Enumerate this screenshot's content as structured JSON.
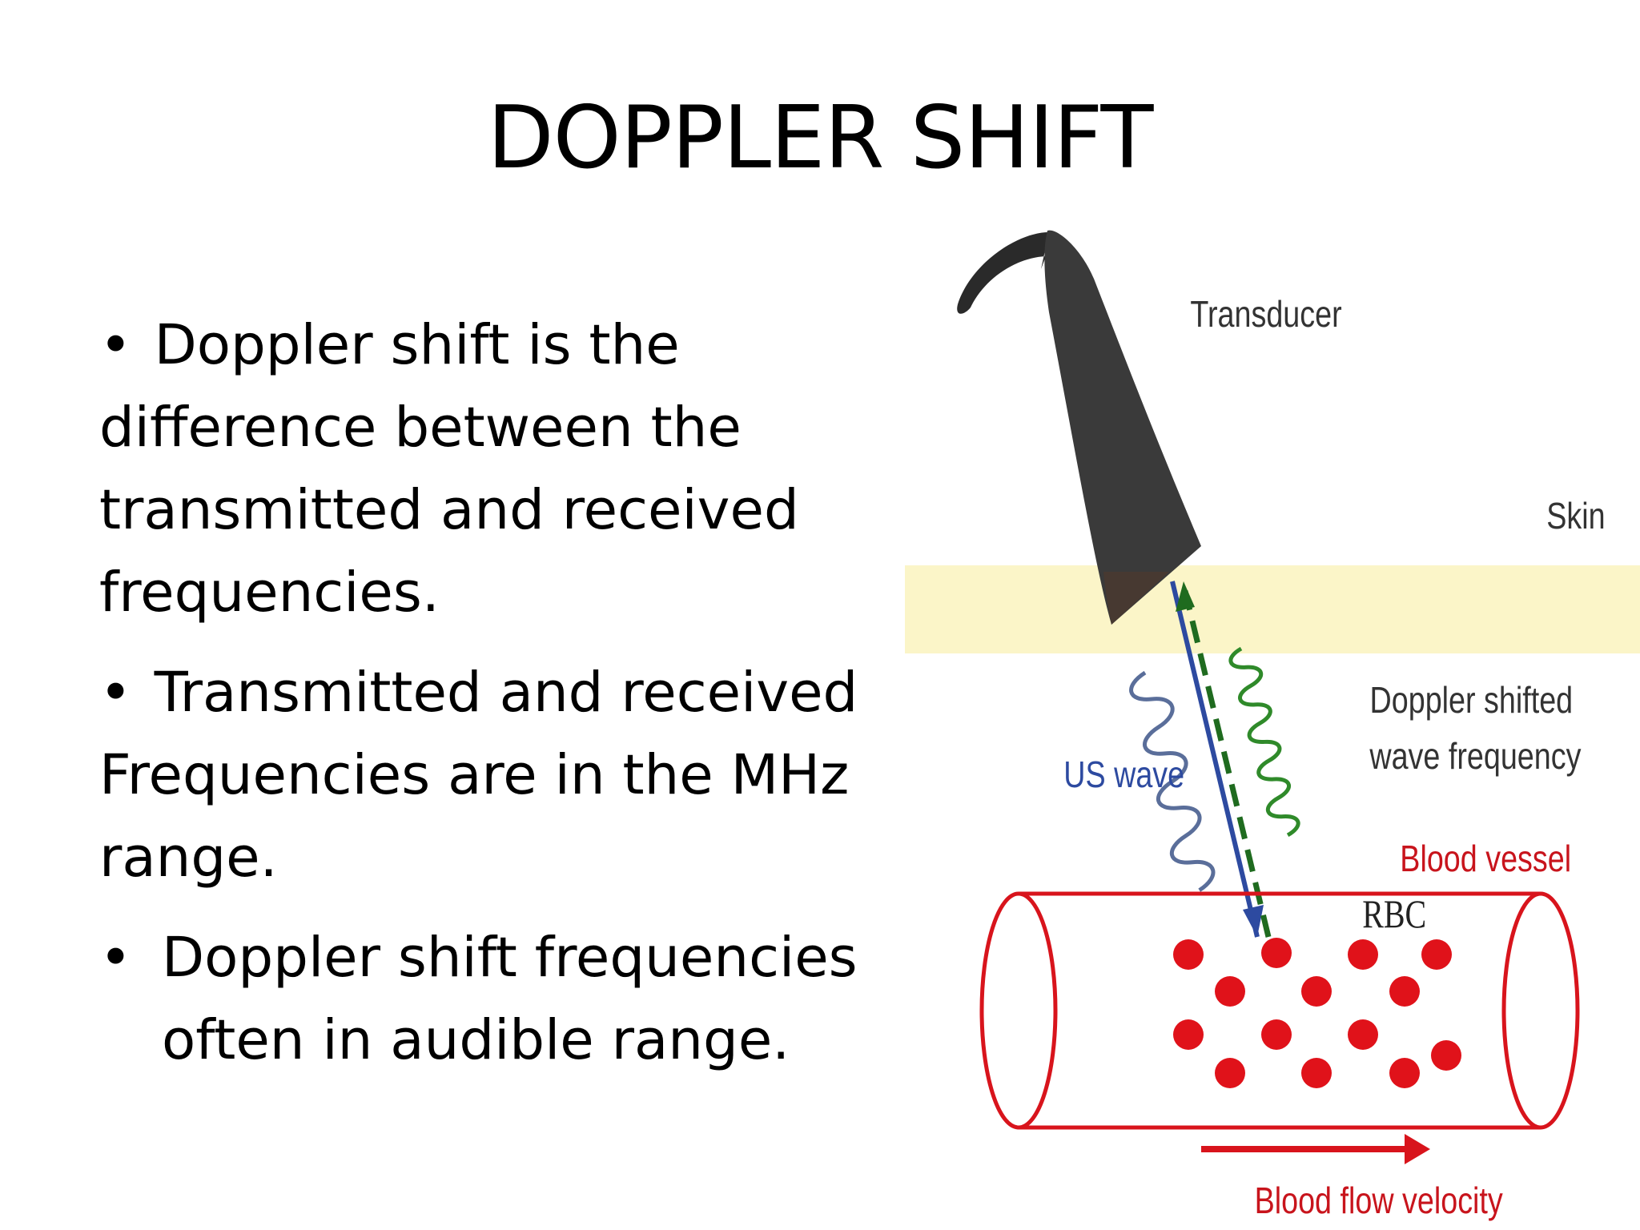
{
  "slide": {
    "title": "DOPPLER SHIFT",
    "bullets": [
      {
        "marker": "•",
        "text": "Doppler shift is the difference between the transmitted and received frequencies."
      },
      {
        "marker": "•",
        "text": "Transmitted and received Frequencies are in the MHz range."
      },
      {
        "marker": "•",
        "text": "Doppler shift frequencies often in audible range."
      }
    ]
  },
  "figure": {
    "labels": {
      "transducer": "Transducer",
      "skin": "Skin",
      "us_wave": "US wave",
      "doppler_line1": "Doppler shifted",
      "doppler_line2": "wave frequency",
      "blood_vessel": "Blood vessel",
      "rbc": "RBC",
      "blood_flow": "Blood flow velocity"
    },
    "colors": {
      "transducer": "#3a3a3a",
      "skin_band": "#fbf5c8",
      "incident_wave": "#2d4aa0",
      "reflected_wave": "#2f8a2a",
      "vessel": "#d8141c",
      "label_text": "#333333"
    }
  }
}
